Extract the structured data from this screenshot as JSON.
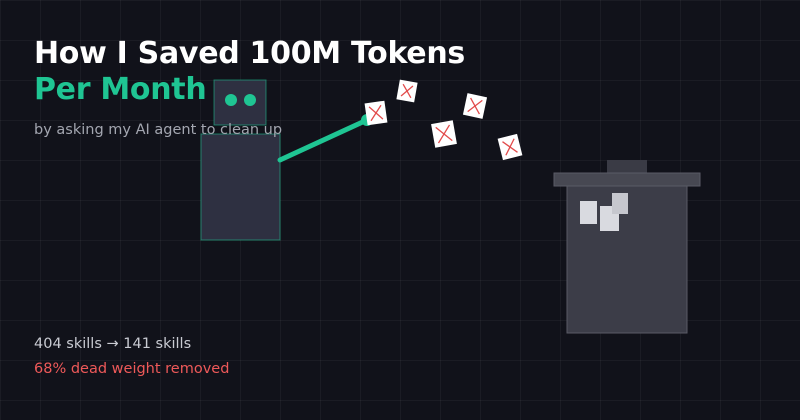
{
  "title": {
    "line1": "How I Saved 100M Tokens",
    "line2": "Per Month"
  },
  "subtitle": "by asking my AI agent to clean up",
  "stats": {
    "skills_before": "404 skills",
    "arrow": "→",
    "skills_after": "141 skills",
    "removed": "68% dead weight removed"
  },
  "colors": {
    "background": "#11121a",
    "accent": "#1fc593",
    "alert": "#ee5959",
    "robot_body": "#2e3041",
    "trash_can": "#3c3d48"
  },
  "icons": {
    "robot": "robot-icon",
    "discarded_skill": "crossed-out-card-icon",
    "trash": "trash-can-icon"
  }
}
